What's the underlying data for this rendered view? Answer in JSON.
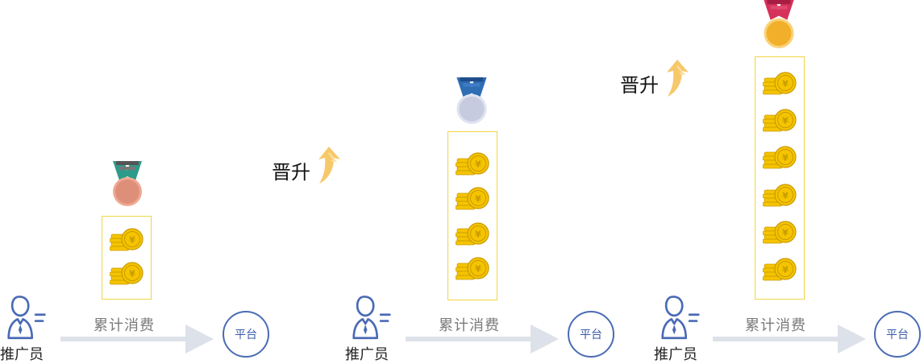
{
  "labels": {
    "promoter": "推广员",
    "cumulative": "累计消费",
    "platform": "平台",
    "promote": "晋升"
  },
  "stages": [
    {
      "medal": "bronze-medal-icon",
      "coins": 2
    },
    {
      "medal": "silver-medal-icon",
      "coins": 4
    },
    {
      "medal": "gold-medal-icon",
      "coins": 6
    }
  ],
  "colors": {
    "accent_blue": "#4a6bb5",
    "coin_gold": "#f5c400",
    "box_border": "#f0d548",
    "arrow_gray": "#dde1e9",
    "promote_arrow": "#f7c86a",
    "bronze": "#dd8f7a",
    "silver": "#c7cbe0",
    "gold": "#f2b02a"
  }
}
